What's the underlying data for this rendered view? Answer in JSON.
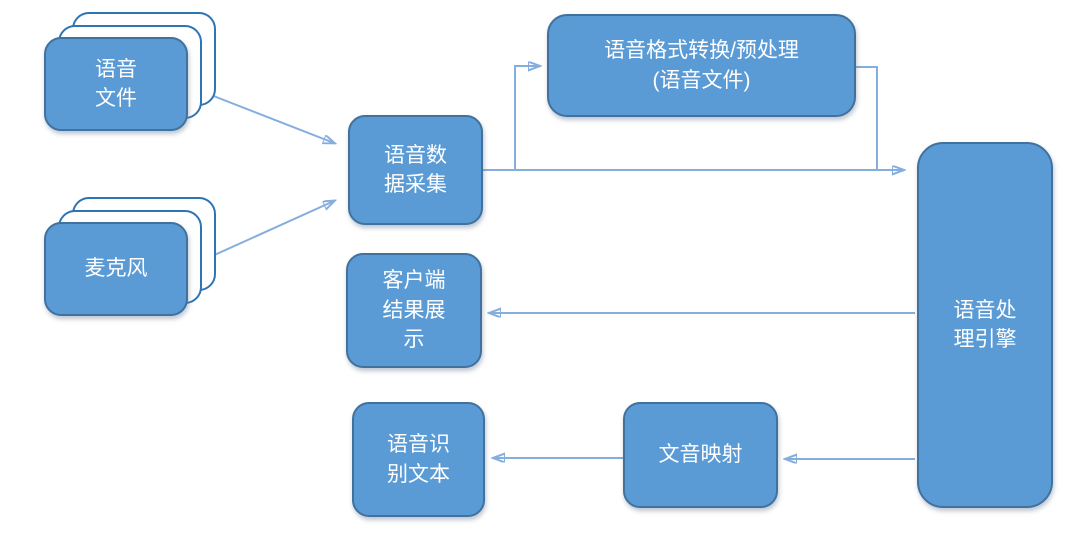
{
  "diagram_title": "",
  "colors": {
    "node_fill": "#5b9bd5",
    "node_border": "#41719c",
    "stack_card_border": "#2e75b6",
    "stack_card_fill": "#ffffff",
    "connector_line": "#85aede",
    "connector_arrowhead": "#4a90d9",
    "node_text": "#ffffff",
    "background": "#ffffff"
  },
  "nodes": {
    "voice_files": {
      "label": "语音\n文件",
      "type": "stacked-card"
    },
    "microphone": {
      "label": "麦克风",
      "type": "stacked-card"
    },
    "data_collection": {
      "label": "语音数\n据采集",
      "type": "process"
    },
    "preprocess": {
      "label": "语音格式转换/预处理\n(语音文件)",
      "type": "process"
    },
    "engine": {
      "label": "语音处\n理引擎",
      "type": "process"
    },
    "client_display": {
      "label": "客户端\n结果展\n示",
      "type": "process"
    },
    "recognized_text": {
      "label": "语音识\n别文本",
      "type": "process"
    },
    "text_sound_mapping": {
      "label": "文音映射",
      "type": "process"
    }
  },
  "edges": [
    {
      "from": "voice_files",
      "to": "data_collection"
    },
    {
      "from": "microphone",
      "to": "data_collection"
    },
    {
      "from": "data_collection",
      "to": "preprocess"
    },
    {
      "from": "data_collection",
      "to": "engine"
    },
    {
      "from": "preprocess",
      "to": "engine"
    },
    {
      "from": "engine",
      "to": "client_display"
    },
    {
      "from": "engine",
      "to": "text_sound_mapping"
    },
    {
      "from": "text_sound_mapping",
      "to": "recognized_text"
    }
  ]
}
